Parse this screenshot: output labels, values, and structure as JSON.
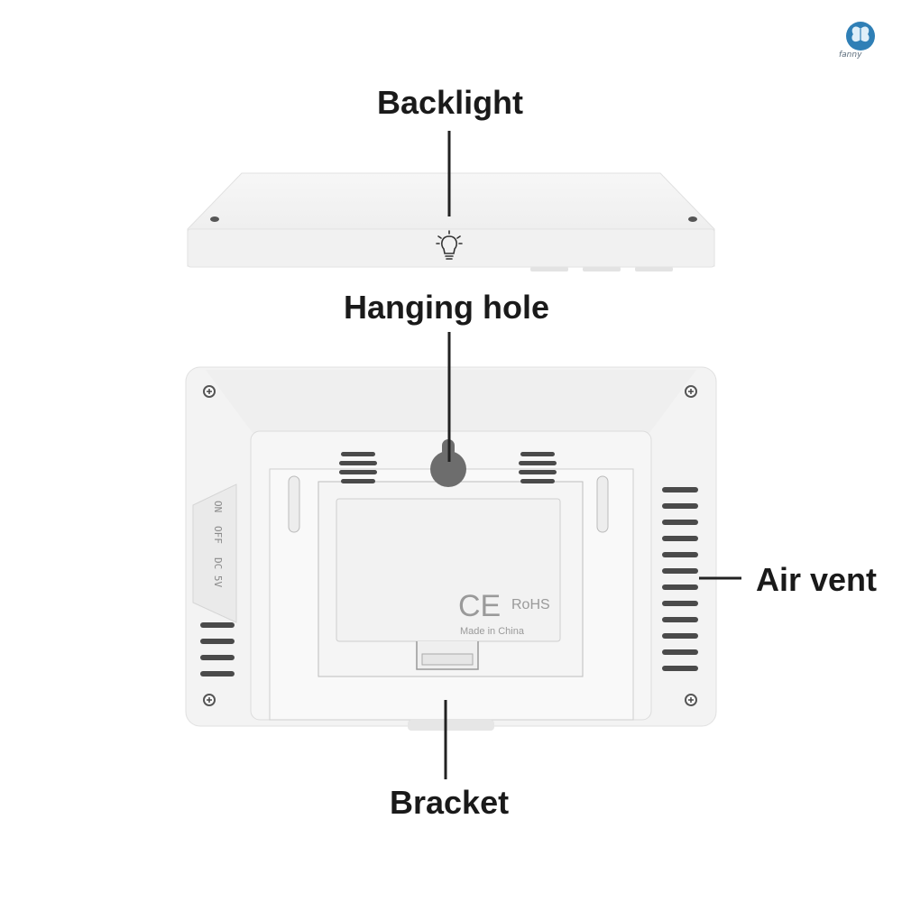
{
  "callouts": {
    "backlight": "Backlight",
    "hanging_hole": "Hanging hole",
    "air_vent": "Air vent",
    "bracket": "Bracket"
  },
  "device": {
    "switch_labels": [
      "ON",
      "OFF",
      "DC 5V"
    ],
    "ce_mark": "CE",
    "rohs": "RoHS",
    "origin": "Made in China"
  },
  "brand": {
    "logo_text": "fanny"
  },
  "colors": {
    "body": "#f4f4f4",
    "shadow": "#d9d9d9",
    "line": "#222222"
  }
}
